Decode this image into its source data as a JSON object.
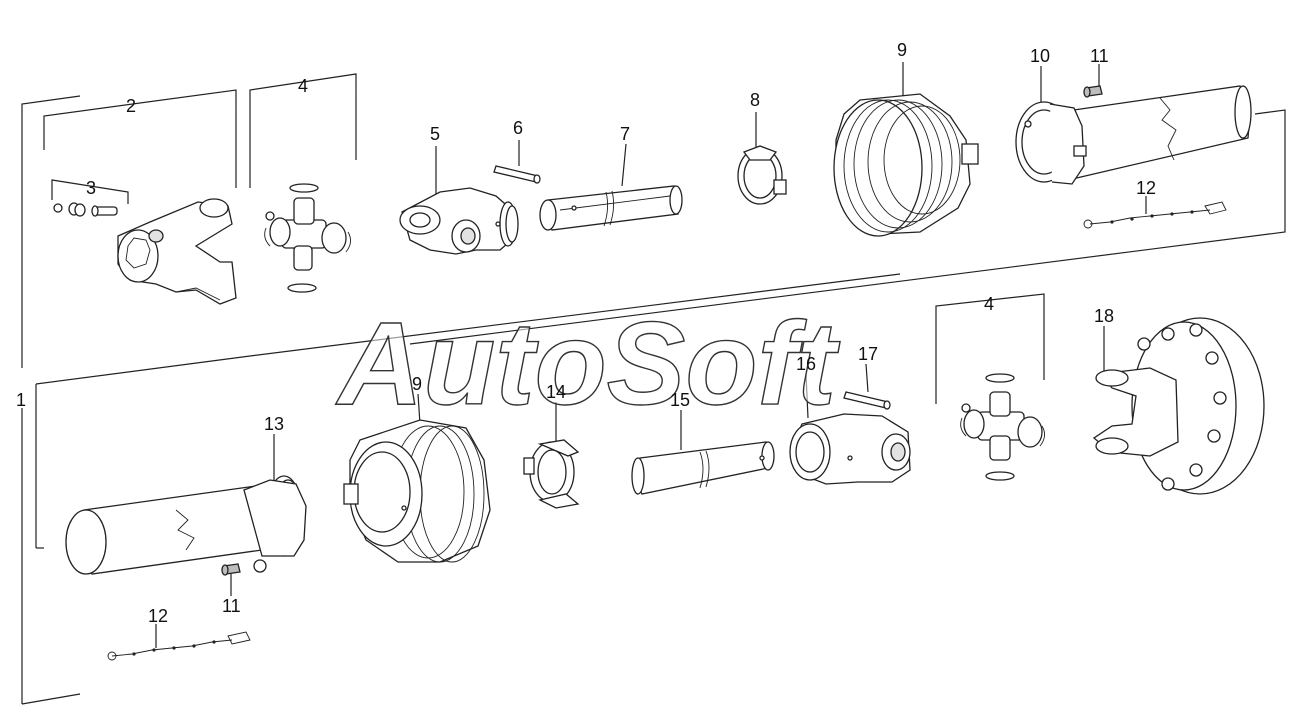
{
  "labels": {
    "n1": "1",
    "n2": "2",
    "n3": "3",
    "n4a": "4",
    "n4b": "4",
    "n5": "5",
    "n6": "6",
    "n7": "7",
    "n8": "8",
    "n9a": "9",
    "n9b": "9",
    "n10": "10",
    "n11a": "11",
    "n11b": "11",
    "n12a": "12",
    "n12b": "12",
    "n13": "13",
    "n14": "14",
    "n15": "15",
    "n16": "16",
    "n17": "17",
    "n18": "18"
  },
  "watermark": "AutoSoft",
  "colors": {
    "line": "#222222",
    "background": "#ffffff",
    "shade": "#e2e2e2"
  }
}
